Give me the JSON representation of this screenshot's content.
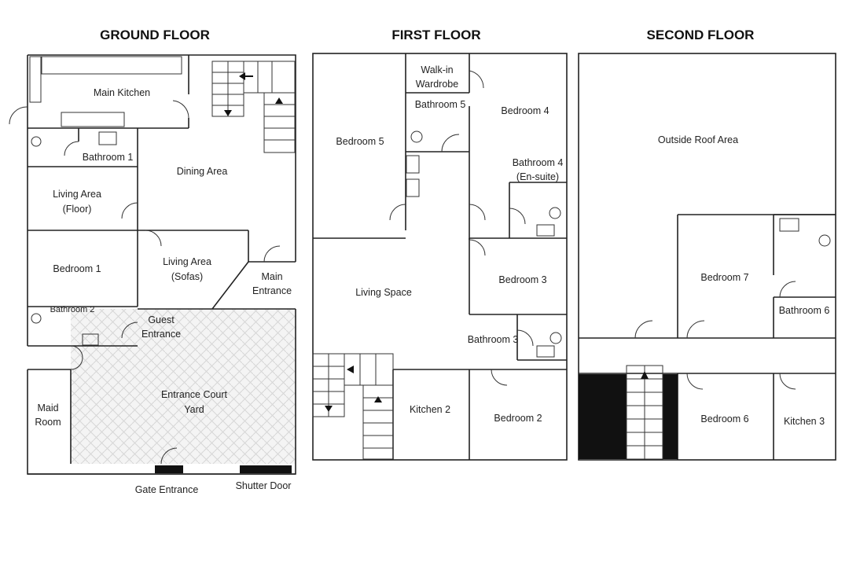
{
  "floors": {
    "ground": {
      "title": "GROUND FLOOR",
      "rooms": {
        "main_kitchen": "Main Kitchen",
        "bathroom_1": "Bathroom 1",
        "dining_area": "Dining Area",
        "living_floor_1": "Living Area",
        "living_floor_2": "(Floor)",
        "bedroom_1": "Bedroom 1",
        "living_sofas_1": "Living Area",
        "living_sofas_2": "(Sofas)",
        "main_entrance_1": "Main",
        "main_entrance_2": "Entrance",
        "bathroom_2": "Bathroom 2",
        "guest_entrance_1": "Guest",
        "guest_entrance_2": "Entrance",
        "maid_room_1": "Maid",
        "maid_room_2": "Room",
        "courtyard_1": "Entrance Court",
        "courtyard_2": "Yard",
        "gate_entrance": "Gate Entrance",
        "shutter_door": "Shutter Door"
      }
    },
    "first": {
      "title": "FIRST FLOOR",
      "rooms": {
        "walkin_1": "Walk-in",
        "walkin_2": "Wardrobe",
        "bathroom_5": "Bathroom 5",
        "bedroom_4": "Bedroom 4",
        "bedroom_5": "Bedroom 5",
        "bathroom_4_1": "Bathroom 4",
        "bathroom_4_2": "(En-suite)",
        "living_space": "Living Space",
        "bedroom_3": "Bedroom 3",
        "bathroom_3": "Bathroom 3",
        "kitchen_2": "Kitchen 2",
        "bedroom_2": "Bedroom 2"
      }
    },
    "second": {
      "title": "SECOND FLOOR",
      "rooms": {
        "outside_roof": "Outside Roof Area",
        "bedroom_7": "Bedroom 7",
        "bathroom_6": "Bathroom 6",
        "bedroom_6": "Bedroom 6",
        "kitchen_3": "Kitchen 3"
      }
    }
  }
}
